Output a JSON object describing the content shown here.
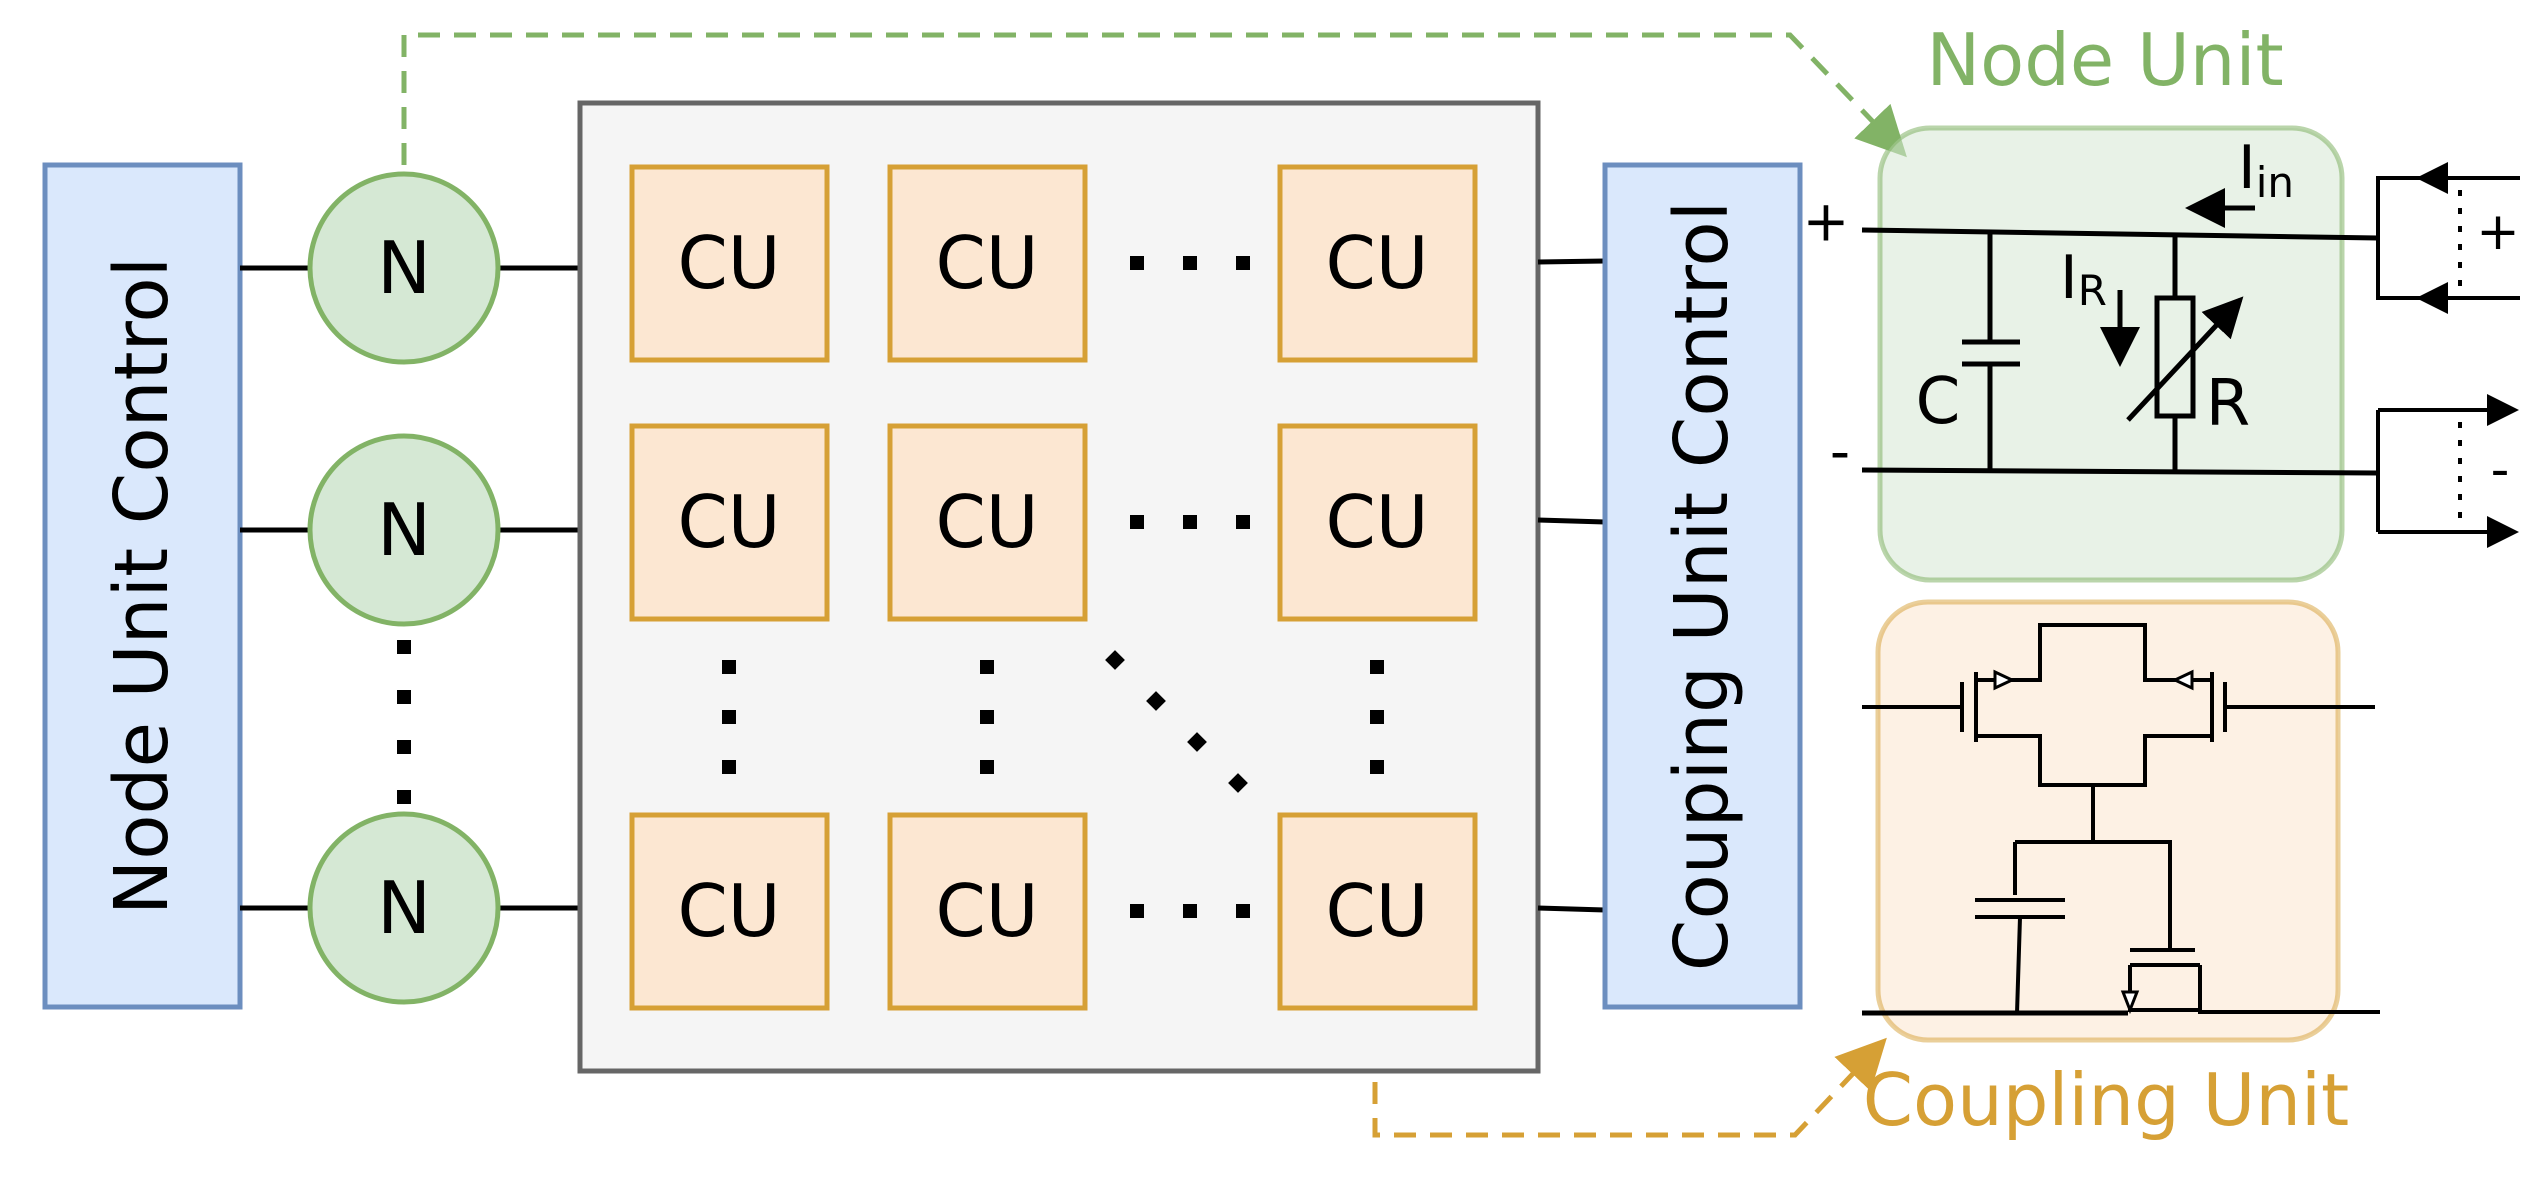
{
  "colors": {
    "node_fill": "#d5e8d4",
    "node_stroke": "#82b366",
    "control_fill": "#dae8fc",
    "control_stroke": "#6c8ebf",
    "cu_fill": "#fce7d2",
    "cu_stroke": "#d6a035",
    "array_fill": "#f5f5f5",
    "array_stroke": "#666666",
    "coupling_unit_label": "#d6a035",
    "node_unit_label": "#82b366"
  },
  "node_unit_control": {
    "label": "Node Unit Control"
  },
  "coupling_unit_control": {
    "label": "Couping Unit Control"
  },
  "nodes": [
    "N",
    "N",
    "N"
  ],
  "array": {
    "rows": [
      [
        "CU",
        "CU",
        "CU"
      ],
      [
        "CU",
        "CU",
        "CU"
      ],
      [
        "CU",
        "CU",
        "CU"
      ]
    ]
  },
  "node_unit": {
    "title": "Node Unit",
    "plus": "+",
    "minus": "-",
    "current_in": "I",
    "current_in_sub": "in",
    "current_r": "I",
    "current_r_sub": "R",
    "capacitor": "C",
    "resistor": "R",
    "port_plus": "+",
    "port_minus": "-"
  },
  "coupling_unit": {
    "title": "Coupling Unit"
  }
}
